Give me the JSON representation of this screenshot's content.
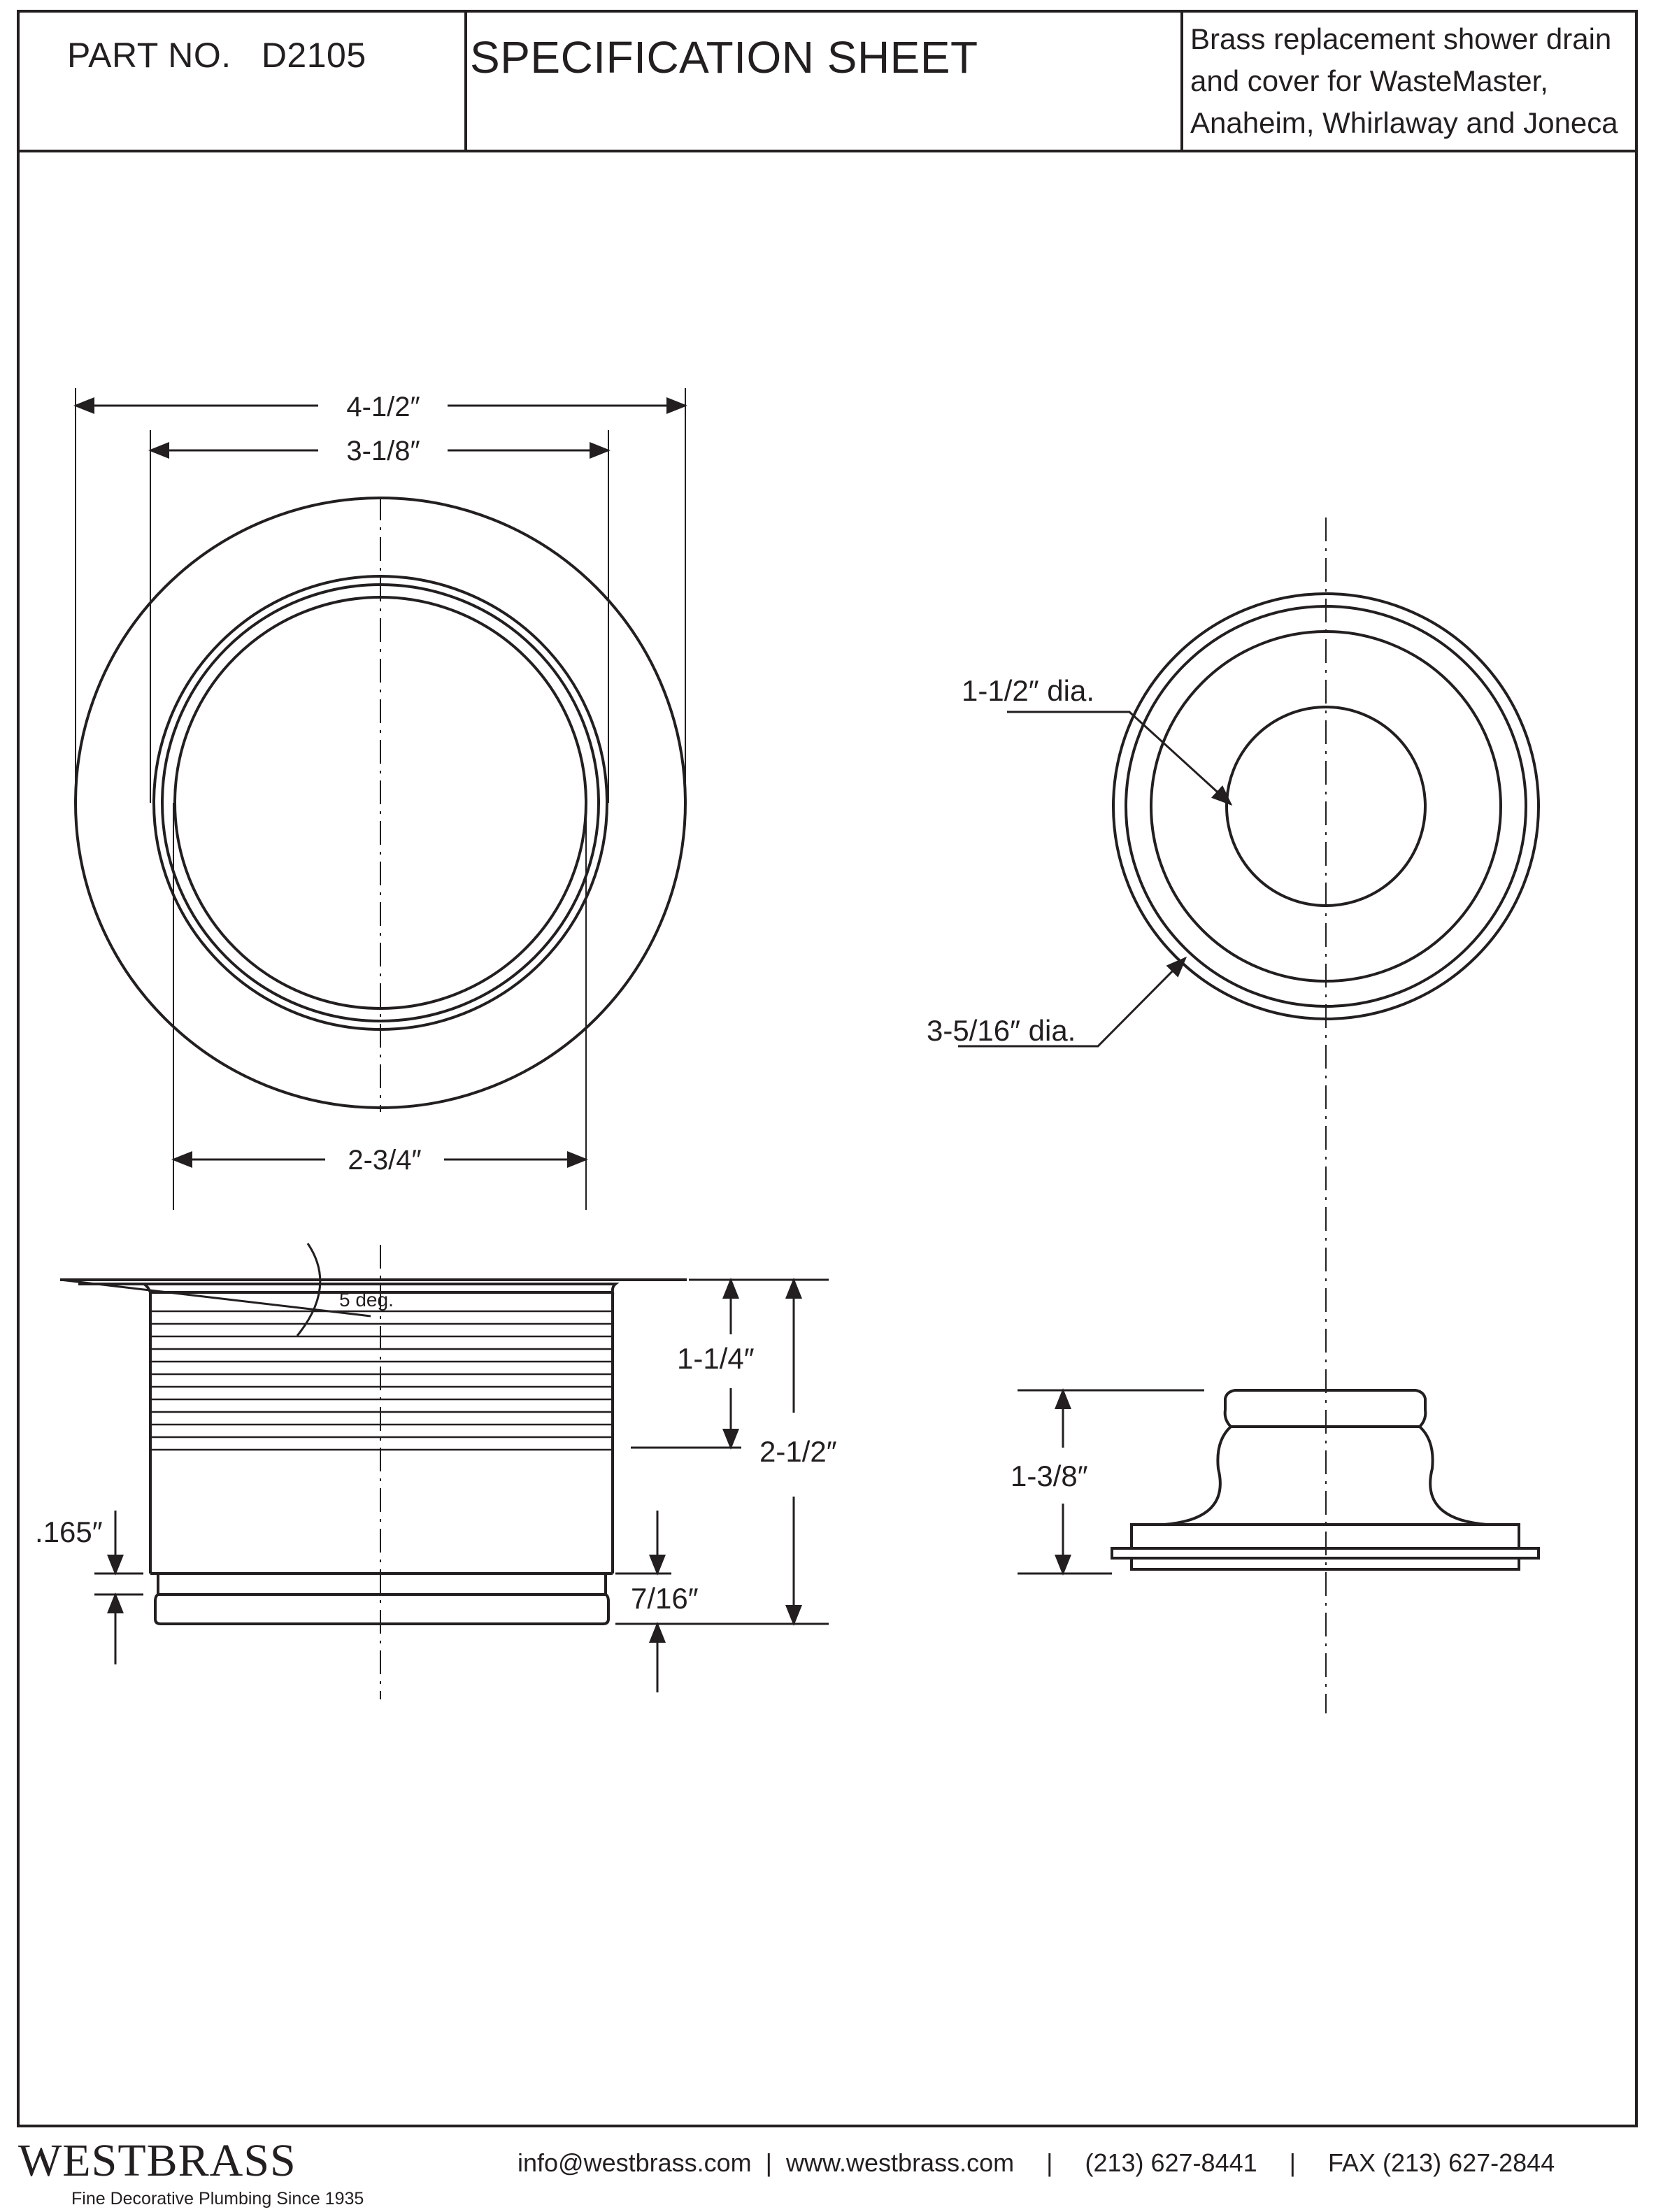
{
  "header": {
    "part_no_label": "PART NO.",
    "part_no_value": "D2105",
    "title": "SPECIFICATION SHEET",
    "description_lines": [
      "Brass replacement shower drain",
      "and cover for WasteMaster,",
      "Anaheim, Whirlaway and Joneca"
    ]
  },
  "dimensions": {
    "flange_diameter": "4-1/2″",
    "body_outer": "3-1/8″",
    "body_inner": "2-3/4″",
    "flange_angle": "5 deg.",
    "thread_length": "1-1/4″",
    "overall_height": "2-1/2″",
    "step_thickness": ".165″",
    "bottom_ring": "7/16″",
    "cover_inner_dia": "1-1/2″ dia.",
    "cover_outer_dia": "3-5/16″ dia.",
    "cover_height": "1-3/8″"
  },
  "footer": {
    "brand": "WESTBRASS",
    "tagline": "Fine Decorative Plumbing Since 1935",
    "email": "info@westbrass.com",
    "website": "www.westbrass.com",
    "phone": "(213) 627-8441",
    "fax": "FAX (213) 627-2844",
    "separator": "|"
  },
  "colors": {
    "ink": "#231f20",
    "paper": "#ffffff"
  }
}
